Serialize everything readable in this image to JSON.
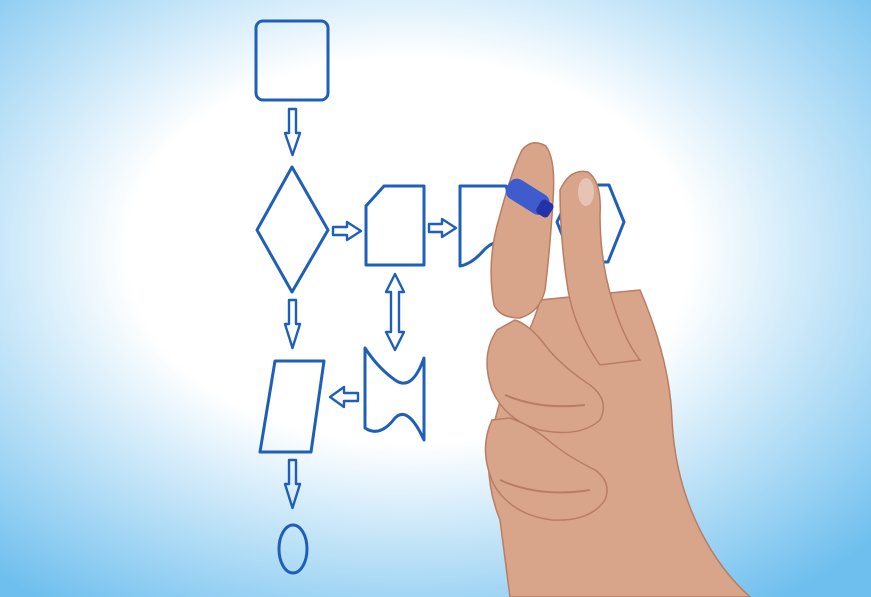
{
  "colors": {
    "stroke": "#1f5fb8",
    "background_center": "#ffffff",
    "background_edge": "#6fbfee",
    "skin": "#d9a58a",
    "skin_shadow": "#b97d63",
    "marker_body": "#3f5ccf",
    "marker_cap": "#2233aa"
  },
  "diagram": {
    "shapes": [
      {
        "id": "start-process",
        "kind": "rounded-rectangle"
      },
      {
        "id": "decision",
        "kind": "diamond"
      },
      {
        "id": "manual-input",
        "kind": "card"
      },
      {
        "id": "document",
        "kind": "document"
      },
      {
        "id": "preparation",
        "kind": "hexagon"
      },
      {
        "id": "punched-tape",
        "kind": "tape"
      },
      {
        "id": "data-io",
        "kind": "parallelogram"
      },
      {
        "id": "connector",
        "kind": "ellipse"
      }
    ],
    "arrows": [
      {
        "from": "start-process",
        "to": "decision",
        "direction": "down"
      },
      {
        "from": "decision",
        "to": "manual-input",
        "direction": "right"
      },
      {
        "from": "manual-input",
        "to": "document",
        "direction": "right"
      },
      {
        "from": "document",
        "to": "preparation",
        "direction": "right"
      },
      {
        "from": "decision",
        "to": "data-io",
        "direction": "down"
      },
      {
        "from": "manual-input",
        "to": "punched-tape",
        "direction": "both-vertical"
      },
      {
        "from": "punched-tape",
        "to": "data-io",
        "direction": "left"
      },
      {
        "from": "data-io",
        "to": "connector",
        "direction": "down"
      }
    ]
  },
  "hand": {
    "holding": "marker-pen"
  }
}
